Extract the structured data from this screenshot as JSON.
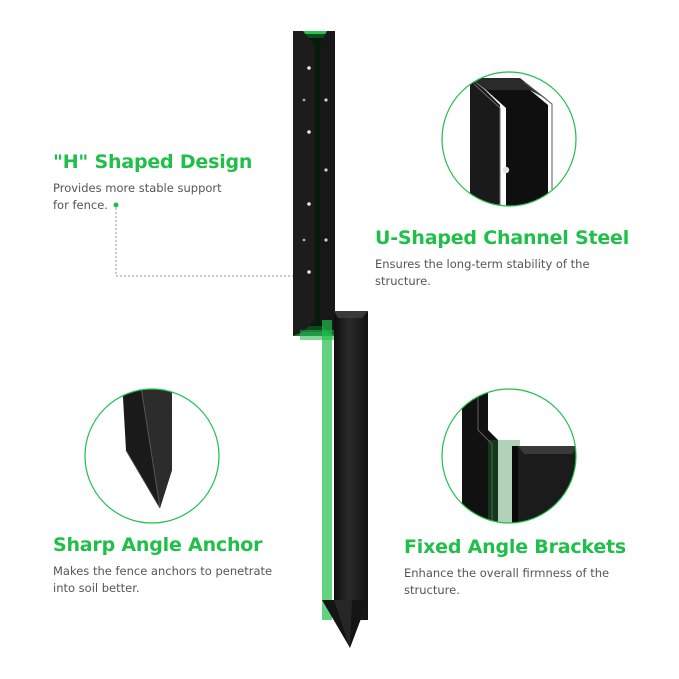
{
  "colors": {
    "accent": "#1fbf4a",
    "background": "#ffffff",
    "steel": "#1e1e1e",
    "glow": "#2be04c",
    "text": "#555555"
  },
  "features": {
    "h_shaped": {
      "title": "\"H\" Shaped Design",
      "line1": "Provides more stable support",
      "line2": "for fence."
    },
    "u_shaped": {
      "title": "U-Shaped Channel Steel",
      "line1": "Ensures the long-term stability of the",
      "line2": "structure."
    },
    "sharp_anchor": {
      "title": "Sharp Angle Anchor",
      "line1": "Makes the fence anchors to penetrate",
      "line2": "into soil better."
    },
    "fixed_brackets": {
      "title": "Fixed Angle Brackets",
      "line1": "Enhance the overall firmness of the",
      "line2": "structure."
    }
  }
}
